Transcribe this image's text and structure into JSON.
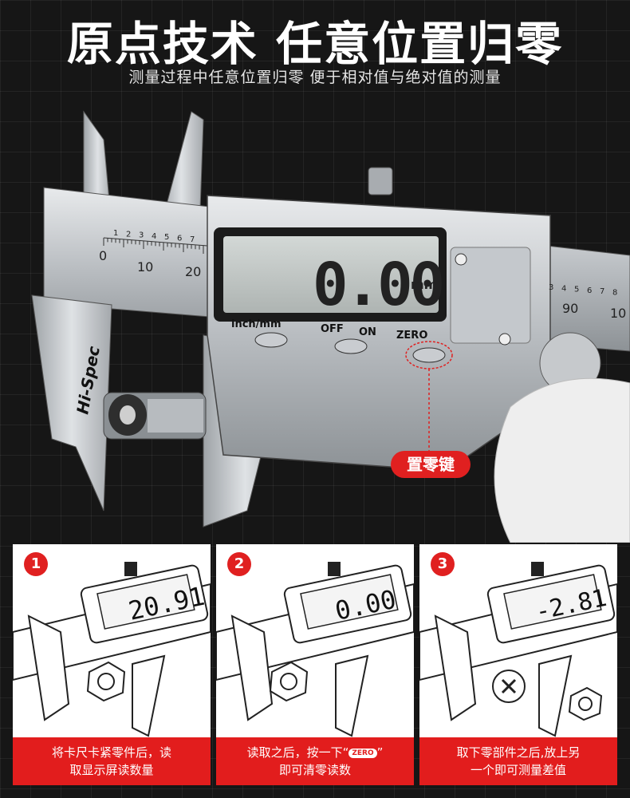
{
  "header": {
    "title": "原点技术  任意位置归零",
    "subtitle": "测量过程中任意位置归零 便于相对值与绝对值的测量"
  },
  "hero": {
    "brand": "Hi-Spec",
    "display_value": "0.00",
    "display_unit": "mm",
    "button_labels": [
      "inch/mm",
      "OFF",
      "ON",
      "ZERO"
    ],
    "scale_left": [
      "0",
      "10",
      "20"
    ],
    "scale_left_small": [
      "1",
      "2",
      "3",
      "4",
      "5",
      "6",
      "7"
    ],
    "scale_right": [
      "90",
      "10"
    ],
    "scale_right_small": [
      "3",
      "4",
      "5",
      "6",
      "7",
      "8"
    ],
    "zero_key_label": "置零键"
  },
  "steps": [
    {
      "num": "1",
      "display": "20.91",
      "caption_line1": "将卡尺卡紧零件后，读",
      "caption_line2": "取显示屏读数量"
    },
    {
      "num": "2",
      "display": "0.00",
      "caption_line1_a": "读取之后，按一下“",
      "caption_chip": "ZERO",
      "caption_line1_b": "”",
      "caption_line2": "即可清零读数"
    },
    {
      "num": "3",
      "display": "-2.81",
      "caption_line1": "取下零部件之后,放上另",
      "caption_line2": "一个即可测量差值"
    }
  ],
  "colors": {
    "accent": "#e02020",
    "background": "#161616"
  }
}
